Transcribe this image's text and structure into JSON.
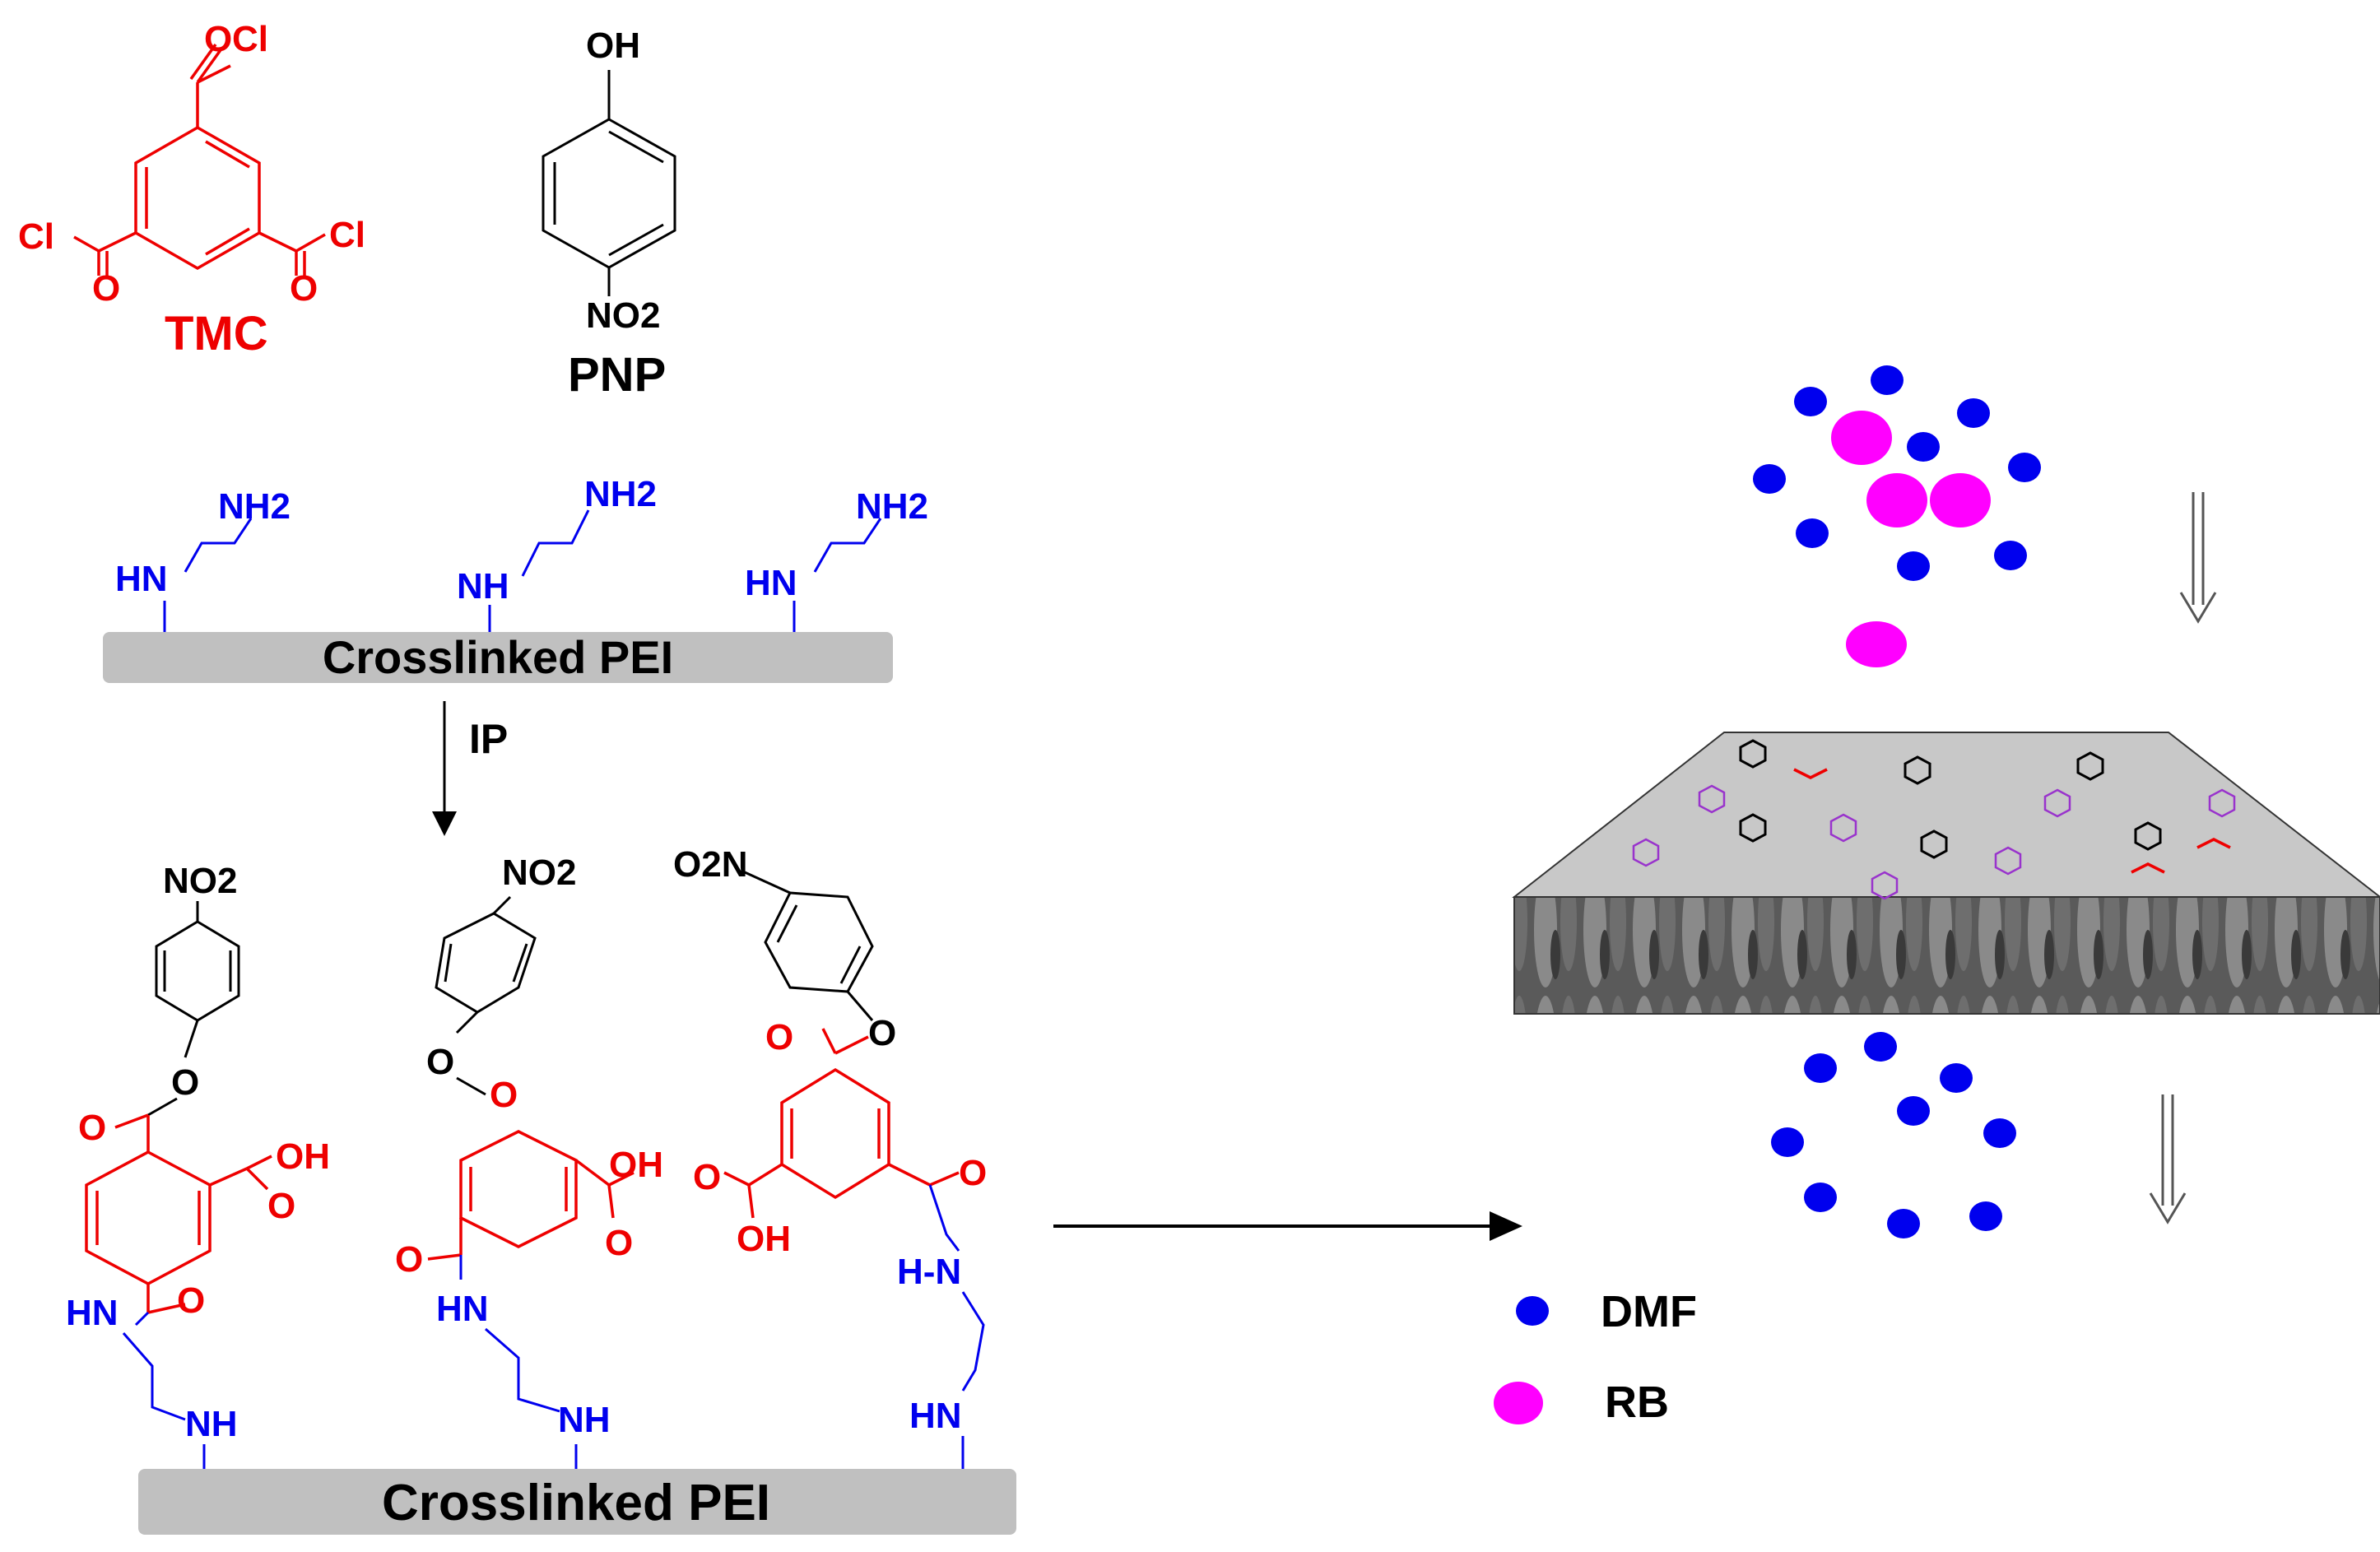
{
  "reagents": {
    "tmc_label": "TMC",
    "pnp_label": "PNP",
    "tmc_acyl_cl": "Cl",
    "tmc_carbonyl_o": "O",
    "pnp_hydroxyl": "OH",
    "pnp_nitro": "NO2"
  },
  "top_support": {
    "label": "Crosslinked PEI",
    "amine_groups": [
      "NH2",
      "HN",
      "NH2",
      "NH",
      "NH2",
      "HN"
    ]
  },
  "reaction": {
    "step_label": "IP"
  },
  "bottom_support": {
    "label": "Crosslinked PEI",
    "nitro_labels": [
      "NO2",
      "NO2",
      "O2N"
    ],
    "carboxyl_labels": [
      "OH",
      "OH",
      "OH"
    ],
    "amide_labels": [
      "HN",
      "HN",
      "H-N"
    ],
    "amine_labels": [
      "NH",
      "NH",
      "HN"
    ],
    "oxygen": "O"
  },
  "legend": {
    "items": [
      {
        "label": "DMF",
        "color": "#0000ee"
      },
      {
        "label": "RB",
        "color": "#ff00ff"
      }
    ]
  },
  "colors": {
    "tmc": "#ee0000",
    "pei": "#0000ee",
    "pnp": "#000000",
    "support_bar": "#c0c0c0",
    "membrane_top": "#c8c8c8"
  },
  "icons": [
    "down-arrow-icon",
    "right-arrow-icon",
    "double-down-arrow-icon",
    "membrane-icon"
  ]
}
